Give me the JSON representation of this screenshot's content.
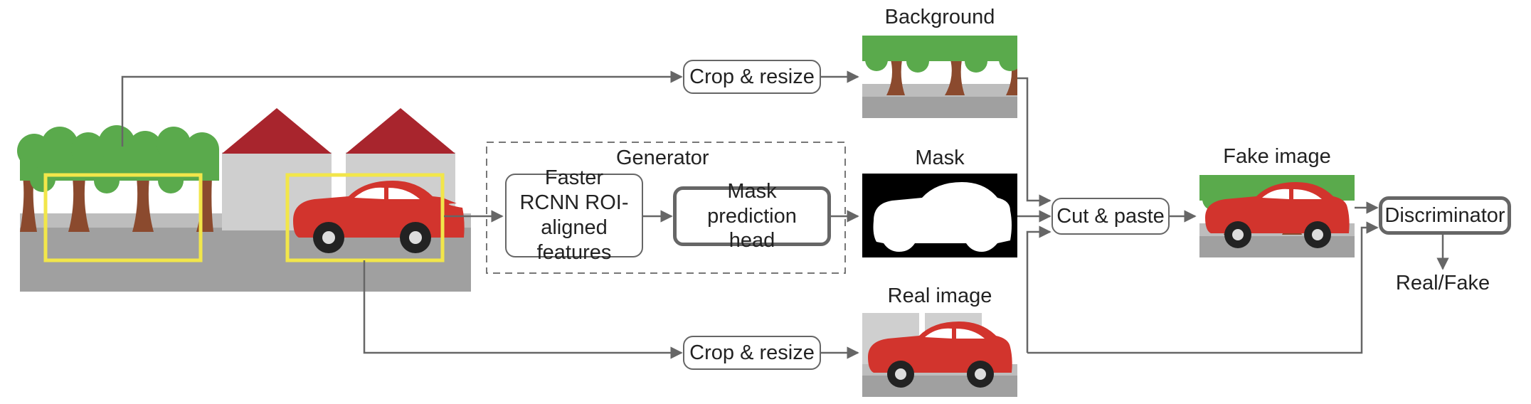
{
  "generator": {
    "label": "Generator"
  },
  "nodes": {
    "crop_top": "Crop & resize",
    "crop_bottom": "Crop & resize",
    "faster_rcnn": "Faster RCNN ROI-aligned features",
    "mask_head": "Mask prediction head",
    "cut_paste": "Cut & paste",
    "discriminator": "Discriminator"
  },
  "labels": {
    "background": "Background",
    "mask": "Mask",
    "fake_image": "Fake image",
    "real_image": "Real image",
    "output": "Real/Fake"
  },
  "colors": {
    "tree_foliage": "#5aaa4c",
    "tree_trunk": "#8b4a2e",
    "roof": "#a8252d",
    "house_wall": "#cfcfcf",
    "road": "#a0a0a0",
    "sidewalk": "#bdbdbd",
    "car_body": "#d2342d",
    "highlight_box": "#f2e64a",
    "arrow": "#666666",
    "mask_background": "#000000",
    "mask_foreground": "#ffffff"
  }
}
